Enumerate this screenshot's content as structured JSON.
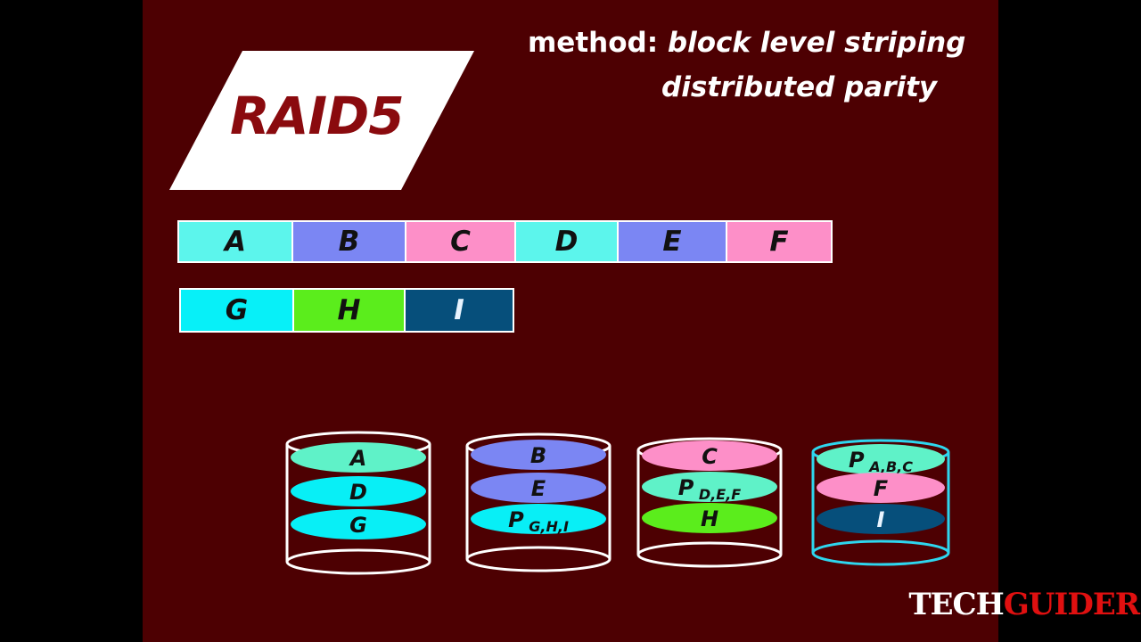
{
  "title": "RAID5",
  "method": {
    "label": "method:",
    "line1": "block level striping",
    "line2": "distributed parity"
  },
  "data_row1": [
    {
      "label": "A",
      "color": "#5cf5ec"
    },
    {
      "label": "B",
      "color": "#7b86f3"
    },
    {
      "label": "C",
      "color": "#fd8fc8"
    },
    {
      "label": "D",
      "color": "#5cf5ec"
    },
    {
      "label": "E",
      "color": "#7b86f3"
    },
    {
      "label": "F",
      "color": "#fd8fc8"
    }
  ],
  "data_row2": [
    {
      "label": "G",
      "color": "#07f0f8"
    },
    {
      "label": "H",
      "color": "#5bed1c"
    },
    {
      "label": "I",
      "color": "#064f7b"
    }
  ],
  "disks": [
    {
      "blocks": [
        {
          "label": "A",
          "sub": "",
          "color": "#5ff2c8"
        },
        {
          "label": "D",
          "sub": "",
          "color": "#08eff6"
        },
        {
          "label": "G",
          "sub": "",
          "color": "#08eff6"
        }
      ]
    },
    {
      "blocks": [
        {
          "label": "B",
          "sub": "",
          "color": "#7b86f3"
        },
        {
          "label": "E",
          "sub": "",
          "color": "#7b86f3"
        },
        {
          "label": "P",
          "sub": "G,H,I",
          "color": "#08eff6"
        }
      ]
    },
    {
      "blocks": [
        {
          "label": "C",
          "sub": "",
          "color": "#fd8fc8"
        },
        {
          "label": "P",
          "sub": "D,E,F",
          "color": "#5ff2c8"
        },
        {
          "label": "H",
          "sub": "",
          "color": "#5bed1c"
        }
      ]
    },
    {
      "blocks": [
        {
          "label": "P",
          "sub": "A,B,C",
          "color": "#5ff2c8"
        },
        {
          "label": "F",
          "sub": "",
          "color": "#fd8fc8"
        },
        {
          "label": "I",
          "sub": "",
          "color": "#064f7b"
        }
      ]
    }
  ],
  "logo": {
    "part1": "TECH",
    "part2": "GUIDER"
  },
  "colors": {
    "background": "#4d0002",
    "title": "#8a0a0e",
    "disk_outline": "#ffffff",
    "disk4_outline": "#2ed6ee"
  }
}
